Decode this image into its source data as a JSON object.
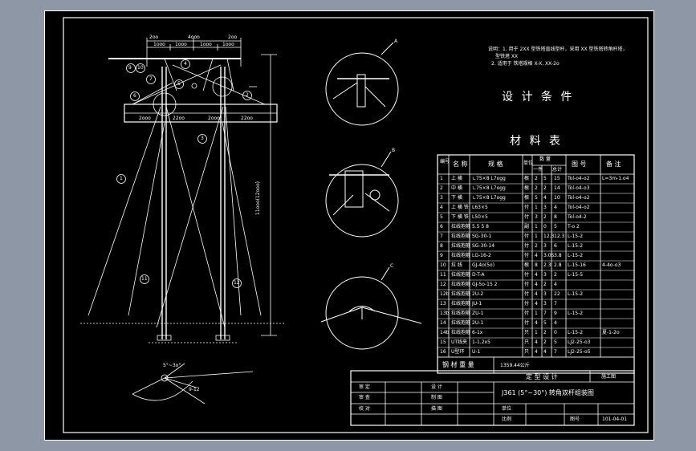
{
  "notes": {
    "line1": "说明：1. 用于 2XX 型铁塔直线型杆，采用 XX 型铁塔转角杆塔，",
    "line2": "型铁塔 XX",
    "line3": "2. 适用于 铁塔规格 X-X,  XX-2o"
  },
  "design_conditions": {
    "title": "设 计 条 件"
  },
  "material_table": {
    "title": "材 料 表",
    "headers": {
      "no": "编号",
      "name": "名 称",
      "spec": "规 格",
      "unit": "单位",
      "qty": "数 量",
      "qty_piece": "一件",
      "qty_total": "总计",
      "drawing_no": "图 号",
      "remark": "备 注"
    },
    "rows": [
      {
        "no": "1",
        "name": "上 横",
        "spec": "∟75×8 L7ogg",
        "unit": "根",
        "q1": "2",
        "q2": "5",
        "q3": "15",
        "dwg": "Tol-o4-o2",
        "rem": "L=3m-1.o4"
      },
      {
        "no": "2",
        "name": "中 横",
        "spec": "∟75×8 L7ogg",
        "unit": "根",
        "q1": "2",
        "q2": "2",
        "q3": "14",
        "dwg": "Tol-o4-o3",
        "rem": ""
      },
      {
        "no": "3",
        "name": "下 横",
        "spec": "∟75×8 L7ogg",
        "unit": "根",
        "q1": "5",
        "q2": "4",
        "q3": "10",
        "dwg": "Tol-o4-o2",
        "rem": ""
      },
      {
        "no": "4",
        "name": "上 横 铁",
        "spec": "L63×5",
        "unit": "付",
        "q1": "1",
        "q2": "3",
        "q3": "4",
        "dwg": "Tol-o4-o2",
        "rem": ""
      },
      {
        "no": "5",
        "name": "下 横 铁",
        "spec": "L50×5",
        "unit": "付",
        "q1": "3",
        "q2": "2",
        "q3": "8",
        "dwg": "Tol-o4-2",
        "rem": ""
      },
      {
        "no": "6",
        "name": "拉线抱箍",
        "spec": "5.5  5 8",
        "unit": "副",
        "q1": "1",
        "q2": "0",
        "q3": "5",
        "dwg": "T-o 2",
        "rem": ""
      },
      {
        "no": "7",
        "name": "拉线抱箍",
        "spec": "SG-30-1",
        "unit": "付",
        "q1": "1",
        "q2": "12.3",
        "q3": "12.3",
        "dwg": "L-15-2",
        "rem": ""
      },
      {
        "no": "8",
        "name": "拉线抱箍",
        "spec": "SG-30-14",
        "unit": "付",
        "q1": "2",
        "q2": "3",
        "q3": "6",
        "dwg": "L-15-2",
        "rem": ""
      },
      {
        "no": "9",
        "name": "拉线抱箍",
        "spec": "LG-16-2",
        "unit": "付",
        "q1": "4",
        "q2": "3.05",
        "q3": "3.8",
        "dwg": "L-15-2",
        "rem": ""
      },
      {
        "no": "10",
        "name": "拉 线",
        "spec": "GJ-4o(5o)",
        "unit": "根",
        "q1": "8",
        "q2": "2.3",
        "q3": "2.8",
        "dwg": "L-15-16",
        "rem": "4-4o-o3"
      },
      {
        "no": "11",
        "name": "拉线抱箍",
        "spec": "D-T-A",
        "unit": "付",
        "q1": "4",
        "q2": "3",
        "q3": "2",
        "dwg": "L-15-5",
        "rem": ""
      },
      {
        "no": "12",
        "name": "拉线抱箍",
        "spec": "GJ-5o-15 2",
        "unit": "付",
        "q1": "4",
        "q2": "2",
        "q3": "4",
        "dwg": "",
        "rem": ""
      },
      {
        "no": "12b",
        "name": "拉线抱箍",
        "spec": "2U-2",
        "unit": "付",
        "q1": "4",
        "q2": "3",
        "q3": "22",
        "dwg": "L-15-2",
        "rem": ""
      },
      {
        "no": "13",
        "name": "拉线抱箍",
        "spec": "JU-1",
        "unit": "付",
        "q1": "4",
        "q2": "3",
        "q3": "7",
        "dwg": "",
        "rem": ""
      },
      {
        "no": "13b",
        "name": "拉线抱箍",
        "spec": "ZU-1",
        "unit": "付",
        "q1": "1",
        "q2": "7",
        "q3": "9",
        "dwg": "L-15-2",
        "rem": ""
      },
      {
        "no": "14",
        "name": "拉线抱箍",
        "spec": "2U-1",
        "unit": "付",
        "q1": "4",
        "q2": "5",
        "q3": "4",
        "dwg": "",
        "rem": ""
      },
      {
        "no": "14b",
        "name": "拉线抱箍",
        "spec": "6-1x",
        "unit": "只",
        "q1": "1",
        "q2": "2",
        "q3": "0",
        "dwg": "L-15-2",
        "rem": "夏-1-2o"
      },
      {
        "no": "15",
        "name": "UT线夹",
        "spec": "1-1.2x5",
        "unit": "只",
        "q1": "4",
        "q2": "2",
        "q3": "5",
        "dwg": "LJ2-25-o3",
        "rem": ""
      },
      {
        "no": "16",
        "name": "U型环",
        "spec": "U-1",
        "unit": "只",
        "q1": "4",
        "q2": "4",
        "q3": "7",
        "dwg": "LJ2-25-o5",
        "rem": ""
      }
    ],
    "steel_weight_label": "钢 材 重 量",
    "steel_weight_value": "1359.44公斤"
  },
  "title_block": {
    "project": "定 型 设 计",
    "drawing_type": "施工图",
    "drawing_title": "J361 (5°~30°) 转角双杆组装图",
    "labels": {
      "r1c1": "审 定",
      "r1c2": "设 计",
      "r2c1": "审 查",
      "r2c2": "制 图",
      "r3c1": "校 对",
      "r3c2": "描 图",
      "r3c3": "单位",
      "r4c3": "比例",
      "r4c4": "图号"
    },
    "drawing_number": "101-04-01"
  },
  "elevation": {
    "dims_top": [
      "2oo",
      "4ooo",
      "2oo"
    ],
    "dims_top2": [
      "1ooo",
      "1ooo",
      "1ooo",
      "1ooo"
    ],
    "dims_bottom": [
      "2ooo",
      "22oo",
      "2ooo",
      "22oo"
    ],
    "height_label": "11ooo(12ooo)",
    "callouts": [
      "9",
      "10",
      "7",
      "4",
      "5",
      "6",
      "2",
      "3",
      "11",
      "12",
      "1"
    ],
    "section_letters": [
      "A",
      "B",
      "C"
    ]
  },
  "detail": {
    "angle_label": "5°~3o°",
    "dim_label": "9-12"
  },
  "colors": {
    "line": "#ffffff",
    "frame": "#ffffff",
    "bg": "#000000",
    "outer": "#8e97a6"
  }
}
